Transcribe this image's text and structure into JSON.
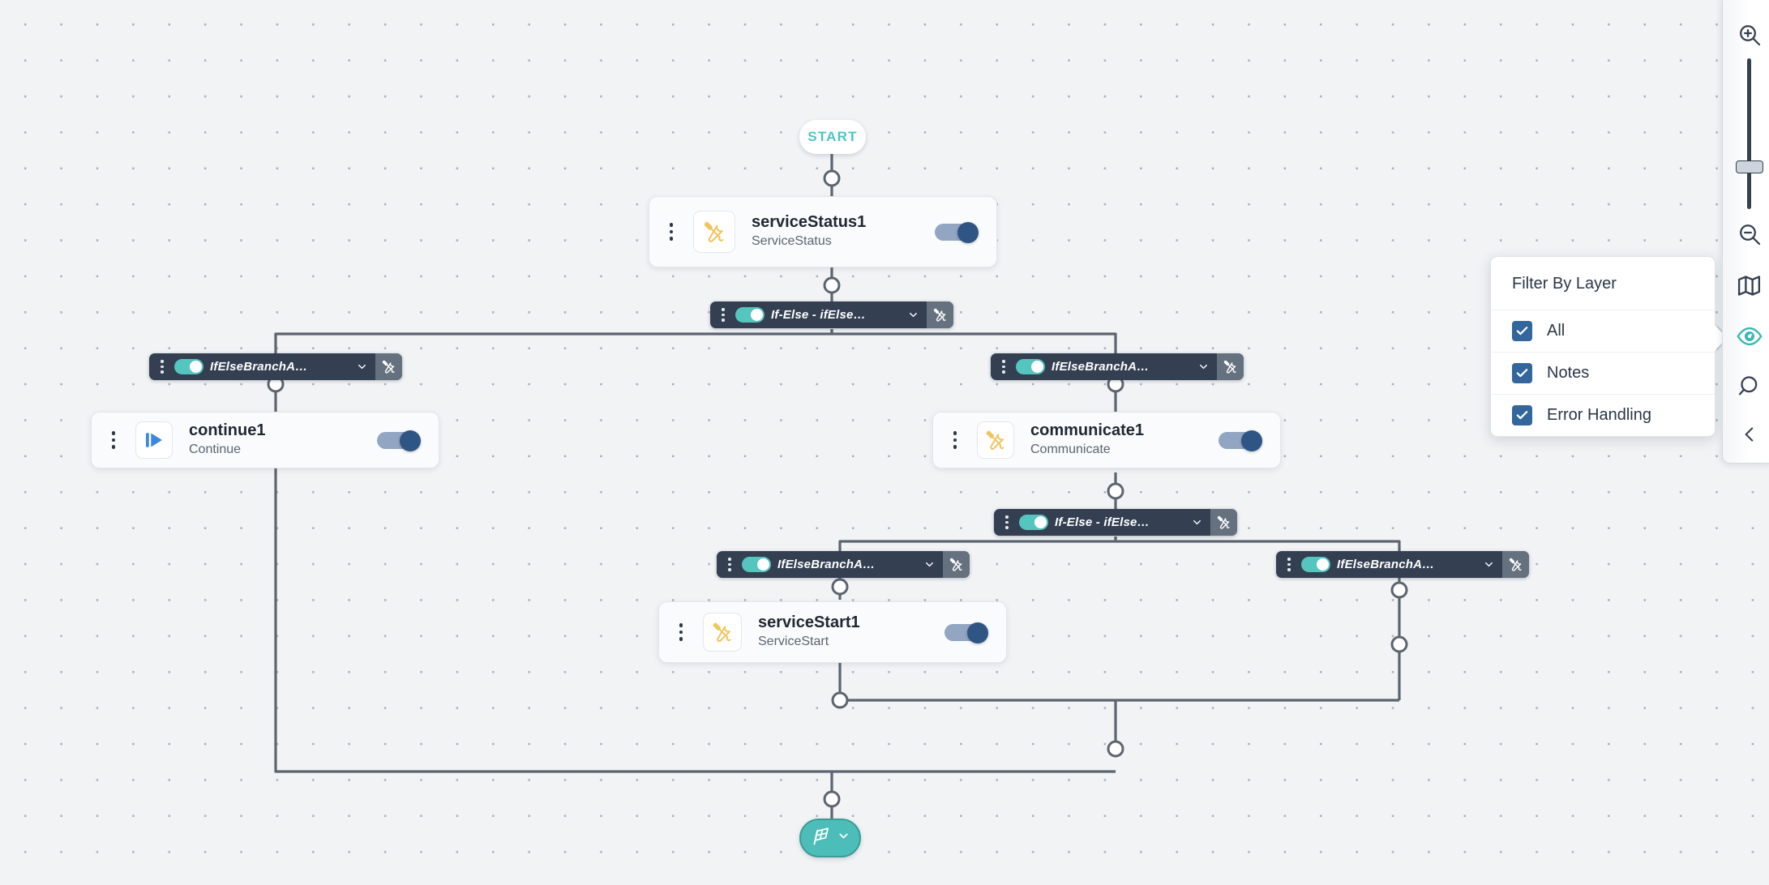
{
  "canvas": {
    "background_color": "#f1f3f5",
    "dot_color": "#a9b0bb"
  },
  "flow": {
    "start_label": "START",
    "nodes": [
      {
        "id": "serviceStatus1",
        "title": "serviceStatus1",
        "subtitle": "ServiceStatus",
        "icon": "tools-icon",
        "toggle_on": true
      },
      {
        "id": "continue1",
        "title": "continue1",
        "subtitle": "Continue",
        "icon": "continue-play-icon",
        "toggle_on": true
      },
      {
        "id": "communicate1",
        "title": "communicate1",
        "subtitle": "Communicate",
        "icon": "tools-icon",
        "toggle_on": true
      },
      {
        "id": "serviceStart1",
        "title": "serviceStart1",
        "subtitle": "ServiceStart",
        "icon": "tools-icon",
        "toggle_on": true
      }
    ],
    "bars": [
      {
        "id": "ifelse-1",
        "label": "If-Else - ifElse…",
        "type": "if-else",
        "toggle_on": true,
        "chevron": "chevron-down-icon",
        "tool": "tools-icon"
      },
      {
        "id": "branch-1a",
        "label": "IfElseBranchA…",
        "type": "branch",
        "toggle_on": true,
        "chevron": "chevron-down-icon",
        "tool": "tools-icon"
      },
      {
        "id": "branch-1b",
        "label": "IfElseBranchA…",
        "type": "branch",
        "toggle_on": true,
        "chevron": "chevron-down-icon",
        "tool": "tools-icon"
      },
      {
        "id": "ifelse-2",
        "label": "If-Else - ifElse…",
        "type": "if-else",
        "toggle_on": true,
        "chevron": "chevron-down-icon",
        "tool": "tools-icon"
      },
      {
        "id": "branch-2a",
        "label": "IfElseBranchA…",
        "type": "branch",
        "toggle_on": true,
        "chevron": "chevron-down-icon",
        "tool": "tools-icon"
      },
      {
        "id": "branch-2b",
        "label": "IfElseBranchA…",
        "type": "branch",
        "toggle_on": true,
        "chevron": "chevron-down-icon",
        "tool": "tools-icon"
      }
    ],
    "end_node": {
      "icon": "checkered-flag-icon",
      "chevron": "chevron-down-icon",
      "color": "#4cbdb8"
    }
  },
  "filter_panel": {
    "title": "Filter By Layer",
    "items": [
      {
        "label": "All",
        "checked": true
      },
      {
        "label": "Notes",
        "checked": true
      },
      {
        "label": "Error Handling",
        "checked": true
      }
    ],
    "checkbox_color": "#33669c"
  },
  "toolbar": {
    "items": [
      {
        "name": "zoom-in-icon",
        "active": false
      },
      {
        "name": "zoom-slider",
        "active": false
      },
      {
        "name": "zoom-out-icon",
        "active": false
      },
      {
        "name": "minimap-icon",
        "active": false
      },
      {
        "name": "eye-filter-icon",
        "active": true
      },
      {
        "name": "search-icon",
        "active": false
      },
      {
        "name": "collapse-chevron-left-icon",
        "active": false
      }
    ],
    "active_color": "#3bb8b3"
  }
}
